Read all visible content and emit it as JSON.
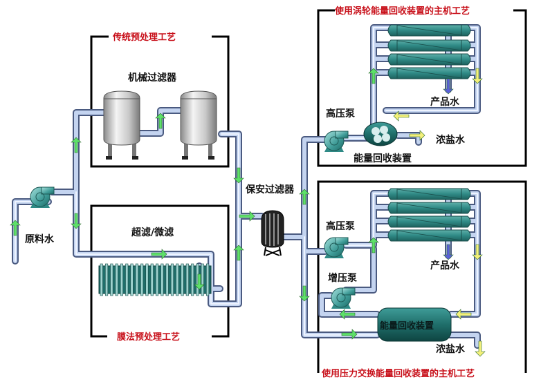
{
  "sections": {
    "traditional": {
      "title": "传统预处理工艺",
      "filter_label": "机械过滤器"
    },
    "membrane": {
      "title": "膜法预处理工艺",
      "filter_label": "超滤/微滤"
    },
    "turbine": {
      "title": "使用涡轮能量回收装置的主机工艺",
      "pump_label": "高压泵",
      "erd_label": "能量回收装置",
      "product_label": "产品水",
      "brine_label": "浓盐水"
    },
    "pressure_exchange": {
      "title": "使用压力交换能量回收装置的主机工艺",
      "pump_label": "高压泵",
      "booster_label": "增压泵",
      "erd_label": "能量回收装置",
      "product_label": "产品水",
      "brine_label": "浓盐水"
    }
  },
  "raw_water_label": "原料水",
  "cartridge_filter_label": "保安过滤器",
  "colors": {
    "pipe": "#b8c8e8",
    "pipe_edge": "#4a5a80",
    "flow_green": "#5ee06a",
    "flow_yellow": "#f4f07a",
    "flow_blue": "#5a60d8",
    "membrane": "#2f8a86",
    "title_red": "#c8101a"
  }
}
